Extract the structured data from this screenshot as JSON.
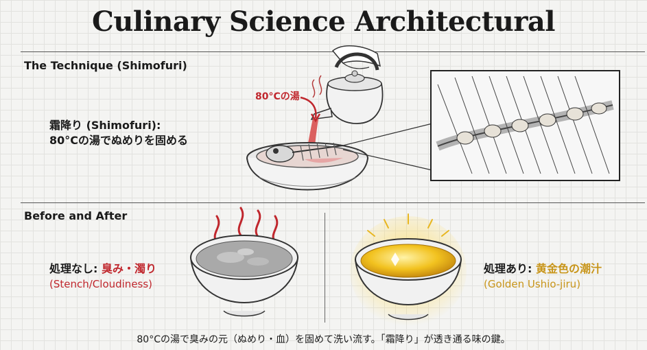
{
  "title": "Culinary Science Architectural",
  "technique": {
    "heading": "The Technique (Shimofuri)",
    "caption_line1": "霜降り (Shimofuri):",
    "caption_line2": "80°Cの湯でぬめりを固める",
    "water_label": "80°Cの湯"
  },
  "comparison": {
    "heading": "Before and After",
    "before": {
      "prefix": "処理なし:",
      "highlight": "臭み・濁り",
      "sub": "(Stench/Cloudiness)"
    },
    "after": {
      "prefix": "処理あり:",
      "highlight": "黄金色の潮汁",
      "sub": "(Golden Ushio-jiru)"
    }
  },
  "footer": "80°Cの湯で臭みの元（ぬめり・血）を固めて洗い流す。「霜降り」が透き通る味の鍵。",
  "colors": {
    "red": "#c0272d",
    "gold": "#c8951a"
  }
}
